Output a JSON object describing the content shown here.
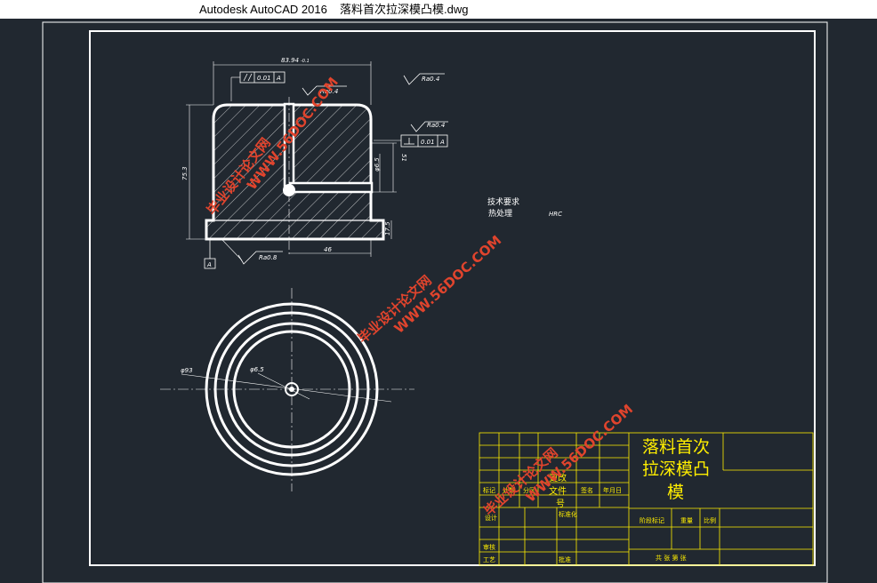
{
  "window": {
    "app_title": "Autodesk AutoCAD 2016",
    "file_title": "落料首次拉深模凸模.dwg"
  },
  "drawing": {
    "dim_top_width": "83.94",
    "dim_top_width_tol": "-0.1",
    "dim_left_height": "75.3",
    "dim_right_height": "51",
    "dim_hole": "φ6.5",
    "dim_step": "17.5",
    "dim_bottom_width": "46",
    "dim_outer_diameter": "φ93",
    "dim_center_hole": "φ6.5",
    "tolerance_frame_1": {
      "value": "0.01",
      "datum": "A"
    },
    "tolerance_frame_2": {
      "value": "0.01",
      "datum": "A"
    },
    "roughness_1": "Ra0.4",
    "roughness_2": "Ra0.4",
    "roughness_3": "Ra0.4",
    "roughness_4": "Ra0.8",
    "datum_label": "A",
    "tech_req_title": "技术要求",
    "tech_req_line": "热处理",
    "tech_req_hardness": "HRC"
  },
  "title_block": {
    "part_name_line1": "落料首次",
    "part_name_line2": "拉深模凸",
    "part_name_line3": "模",
    "col_mark": "标记",
    "col_count": "处数",
    "col_zone": "分区",
    "col_docno_1": "更改",
    "col_docno_2": "文件",
    "col_docno_3": "号",
    "col_sign": "签名",
    "col_date": "年月日",
    "row_design": "设计",
    "row_standard": "标准化",
    "row_check": "审核",
    "row_process": "工艺",
    "row_approve": "批准",
    "stage_mark": "阶段标记",
    "weight": "重量",
    "scale": "比例",
    "sheets": "共  张 第  张"
  },
  "watermarks": {
    "text_1": "毕业设计论文网",
    "text_2": "WWW.56DOC.COM"
  }
}
